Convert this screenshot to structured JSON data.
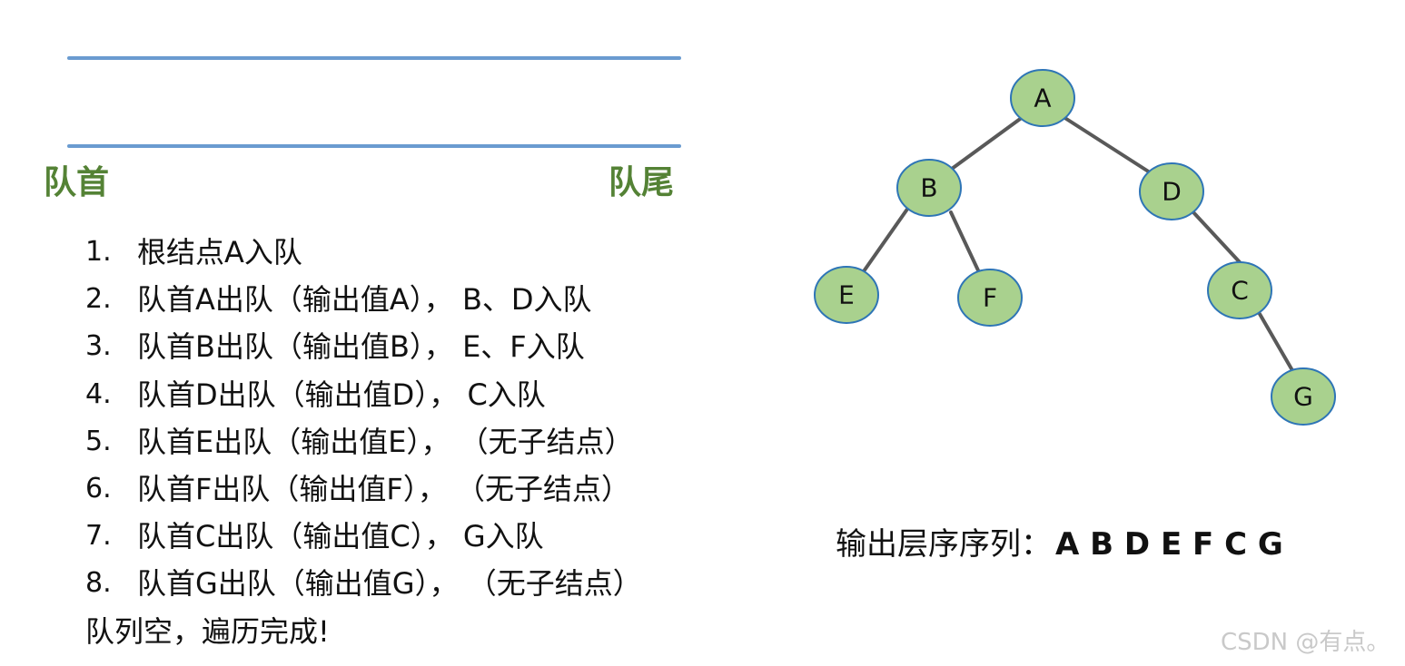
{
  "queue": {
    "head_label": "队首",
    "tail_label": "队尾",
    "line_color": "#6a9bd0",
    "label_color": "#548235"
  },
  "steps": [
    {
      "num": "1.",
      "text": "根结点A入队"
    },
    {
      "num": "2.",
      "text": "队首A出队（输出值A），  B、D入队"
    },
    {
      "num": "3.",
      "text": "队首B出队（输出值B），  E、F入队"
    },
    {
      "num": "4.",
      "text": "队首D出队（输出值D），  C入队"
    },
    {
      "num": "5.",
      "text": "队首E出队（输出值E），  （无子结点）"
    },
    {
      "num": "6.",
      "text": "队首F出队（输出值F），  （无子结点）"
    },
    {
      "num": "7.",
      "text": "队首C出队（输出值C），  G入队"
    },
    {
      "num": "8.",
      "text": "队首G出队（输出值G），  （无子结点）"
    }
  ],
  "final_text": "队列空，遍历完成!",
  "tree": {
    "node_fill": "#a9d18e",
    "node_stroke": "#2e75b6",
    "edge_color": "#595959",
    "nodes": [
      "A",
      "B",
      "D",
      "E",
      "F",
      "C",
      "G"
    ],
    "edges": [
      [
        "A",
        "B"
      ],
      [
        "A",
        "D"
      ],
      [
        "B",
        "E"
      ],
      [
        "B",
        "F"
      ],
      [
        "D",
        "C"
      ],
      [
        "C",
        "G"
      ]
    ]
  },
  "output": {
    "label": "输出层序序列：",
    "sequence": "A B D E F C G"
  },
  "watermark": "CSDN @有点。"
}
